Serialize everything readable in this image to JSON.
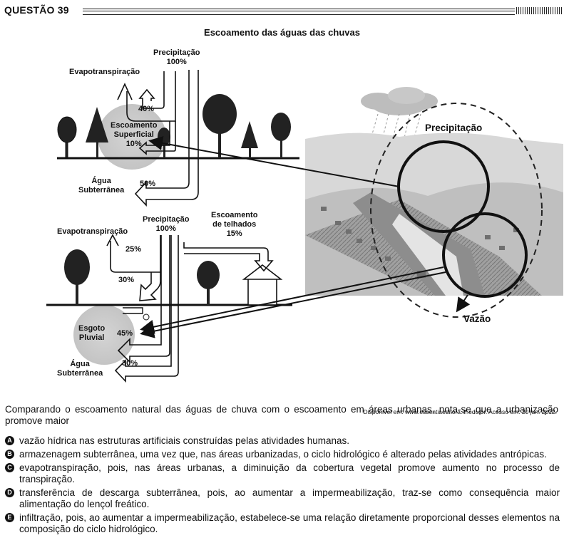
{
  "header": {
    "question": "QUESTÃO 39"
  },
  "figure": {
    "title": "Escoamento das águas das chuvas",
    "natural": {
      "precipitation": "Precipitação",
      "precipitation_pct": "100%",
      "evapo": "Evapotranspiração",
      "evapo_pct": "40%",
      "runoff_l1": "Escoamento",
      "runoff_l2": "Superficial",
      "runoff_pct": "10%",
      "ground_l1": "Água",
      "ground_l2": "Subterrânea",
      "ground_pct": "50%"
    },
    "urban": {
      "precipitation": "Precipitação",
      "precipitation_pct": "100%",
      "roof_l1": "Escoamento",
      "roof_l2": "de telhados",
      "roof_pct": "15%",
      "evapo": "Evapotranspiração",
      "evapo_pct": "25%",
      "infil_pct": "30%",
      "storm_l1": "Esgoto",
      "storm_l2": "Pluvial",
      "storm_pct": "45%",
      "ground_l1": "Água",
      "ground_l2": "Subterrânea",
      "ground_pct": "30%"
    },
    "photo": {
      "precipitation": "Precipitação",
      "flow": "Vazão"
    },
    "source": "Disponível em: www.essentiaeditora.iff.edu.br. Acesso em: 20 jun. 2012."
  },
  "stem": "Comparando o escoamento natural das águas de chuva com o escoamento em áreas urbanas, nota-se que a urbanização promove maior",
  "options": [
    {
      "letter": "A",
      "text": "vazão hídrica nas estruturas artificiais construídas pelas atividades humanas."
    },
    {
      "letter": "B",
      "text": "armazenagem subterrânea, uma vez que, nas áreas urbanizadas, o ciclo hidrológico é alterado pelas atividades antrópicas."
    },
    {
      "letter": "C",
      "text": "evapotranspiração, pois, nas áreas urbanas, a diminuição da cobertura vegetal promove aumento no processo de transpiração."
    },
    {
      "letter": "D",
      "text": "transferência de descarga subterrânea, pois, ao aumentar a impermeabilização, traz-se como consequência maior alimentação do lençol freático."
    },
    {
      "letter": "E",
      "text": "infiltração, pois, ao aumentar a impermeabilização, estabelece-se uma relação diretamente proporcional desses elementos na composição do ciclo hidrológico."
    }
  ]
}
